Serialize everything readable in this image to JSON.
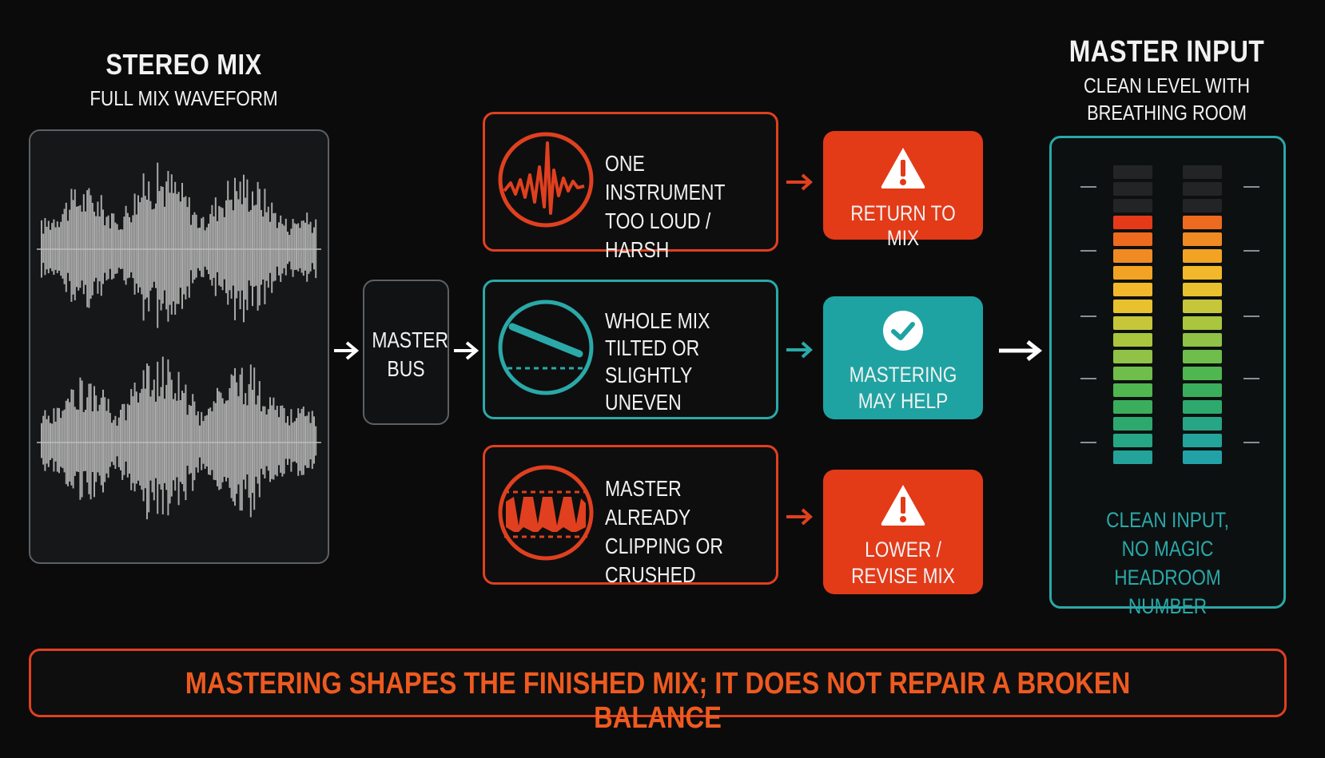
{
  "stereo_mix": {
    "title": "STEREO MIX",
    "subtitle": "FULL MIX WAVEFORM"
  },
  "master_bus": {
    "line1": "MASTER",
    "line2": "BUS"
  },
  "problems": [
    {
      "icon": "waveform-spike-icon",
      "lines": [
        "ONE INSTRUMENT",
        "TOO LOUD / HARSH"
      ],
      "color": "#e0401f"
    },
    {
      "icon": "tilted-line-icon",
      "lines": [
        "WHOLE MIX",
        "TILTED OR",
        "SLIGHTLY UNEVEN"
      ],
      "color": "#2aa9a8"
    },
    {
      "icon": "clipped-waveform-icon",
      "lines": [
        "MASTER ALREADY",
        "CLIPPING OR",
        "CRUSHED"
      ],
      "color": "#e0401f"
    }
  ],
  "outcomes": [
    {
      "icon": "warning-icon",
      "lines": [
        "RETURN TO MIX"
      ],
      "color": "#e33a18"
    },
    {
      "icon": "check-icon",
      "lines": [
        "MASTERING",
        "MAY HELP"
      ],
      "color": "#1fa3a2"
    },
    {
      "icon": "warning-icon",
      "lines": [
        "LOWER /",
        "REVISE MIX"
      ],
      "color": "#e33a18"
    }
  ],
  "master_input": {
    "title": "MASTER INPUT",
    "subtitle_lines": [
      "CLEAN LEVEL WITH",
      "BREATHING ROOM"
    ],
    "caption_lines": [
      "CLEAN INPUT,",
      "NO MAGIC HEADROOM",
      "NUMBER"
    ],
    "meter_lit_fraction": 0.82
  },
  "footer": {
    "text": "MASTERING SHAPES THE FINISHED MIX; IT DOES NOT REPAIR A BROKEN BALANCE"
  },
  "colors": {
    "accent_red": "#e0401f",
    "accent_teal": "#2aa9a8",
    "footer_text": "#ee5a1f",
    "bg": "#0b0b0c"
  }
}
